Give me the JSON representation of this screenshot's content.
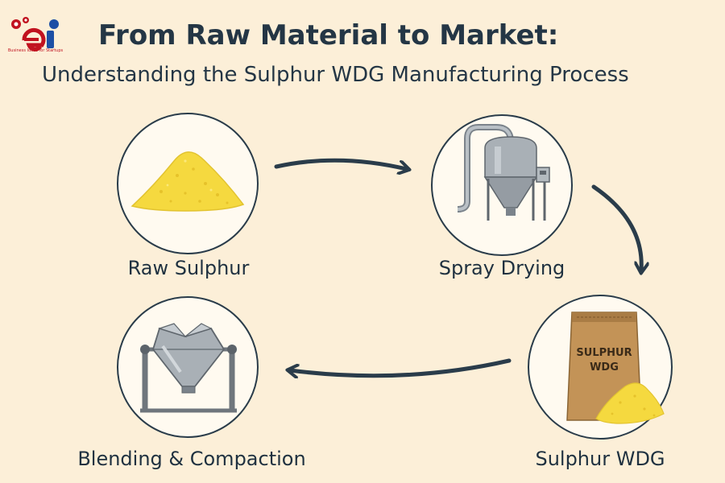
{
  "header": {
    "title": "From Raw Material to Market:",
    "subtitle": "Understanding the Sulphur WDG Manufacturing Process"
  },
  "logo": {
    "letters": "ei",
    "caption": "Business Ideas for Startups",
    "colors": {
      "primary": "#c1121f",
      "secondary": "#1d4fa5"
    }
  },
  "steps": [
    {
      "label": "Raw Sulphur",
      "icon": "sulphur-pile-icon"
    },
    {
      "label": "Spray Drying",
      "icon": "spray-dryer-icon"
    },
    {
      "label": "Sulphur WDG",
      "icon": "sulphur-bag-icon",
      "bag_text": "SULPHUR\nWDG"
    },
    {
      "label": "Blending & Compaction",
      "icon": "blender-icon"
    }
  ],
  "flow": [
    "Raw Sulphur",
    "Spray Drying",
    "Sulphur WDG",
    "Blending & Compaction"
  ],
  "colors": {
    "background": "#fcefd8",
    "circle_fill": "#fffaf0",
    "ink": "#243645",
    "sulphur_yellow": "#f5d93f",
    "bag_brown": "#c39357",
    "metal_gray": "#9aa1a8"
  }
}
